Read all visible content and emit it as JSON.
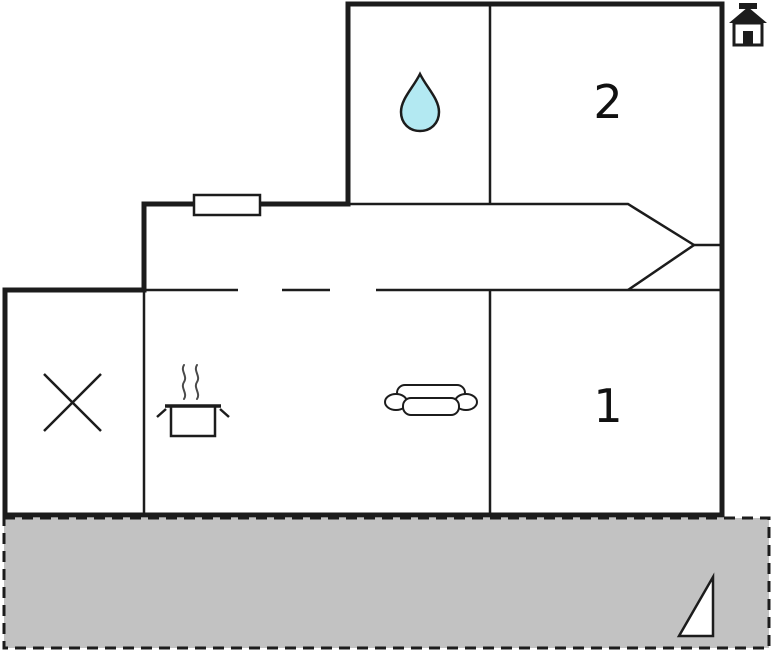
{
  "floorplan": {
    "room_labels": {
      "bedroom_2": "2",
      "bedroom_1": "1"
    },
    "icons": [
      "home-icon",
      "water-drop-icon",
      "window-marker",
      "crossed-lines-icon",
      "cooking-pot-icon",
      "sofa-icon",
      "terrace-wedge-icon"
    ],
    "colors": {
      "wall": "#1c1c1c",
      "background": "#ffffff",
      "terrace_fill": "#c2c2c2",
      "terrace_border": "#1c1c1c",
      "water_drop_fill": "#b3e9f2",
      "icon_fill": "#ffffff"
    }
  }
}
